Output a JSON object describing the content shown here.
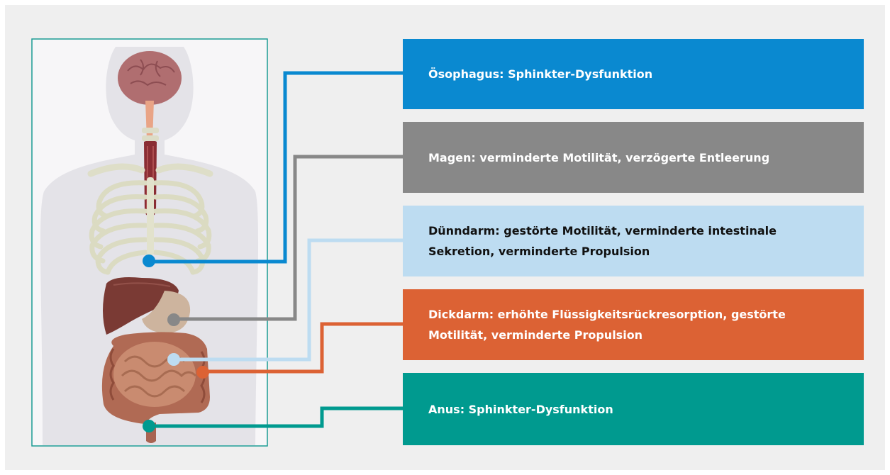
{
  "colors": {
    "background": "#efefef",
    "panel_border": "#1a9c94",
    "esophagus": "#0a89d0",
    "stomach": "#888888",
    "small_intestine": "#bddcf1",
    "colon": "#dc6234",
    "anus": "#009a8f",
    "dark_text": "#111111",
    "light_text": "#ffffff"
  },
  "labels": [
    {
      "key": "esophagus",
      "text": "Ösophagus: Sphinkter-Dysfunktion",
      "color": "#0a89d0",
      "text_color": "#ffffff"
    },
    {
      "key": "stomach",
      "text": "Magen: verminderte Motilität, verzögerte Entleerung",
      "color": "#888888",
      "text_color": "#ffffff"
    },
    {
      "key": "small_intestine",
      "text": "Dünndarm: gestörte Motilität, verminderte intestinale Sekretion, verminderte Propulsion",
      "color": "#bddcf1",
      "text_color": "#111111"
    },
    {
      "key": "colon",
      "text": "Dickdarm: erhöhte Flüssigkeitsrückresorption, gestörte Motilität, verminderte Propulsion",
      "color": "#dc6234",
      "text_color": "#ffffff"
    },
    {
      "key": "anus",
      "text": "Anus: Sphinkter-Dysfunktion",
      "color": "#009a8f",
      "text_color": "#ffffff"
    }
  ],
  "illustration": {
    "subject": "human body silhouette with brain, esophagus, rib cage, liver, stomach, small intestine, colon",
    "icon": "anatomy-illustration"
  }
}
